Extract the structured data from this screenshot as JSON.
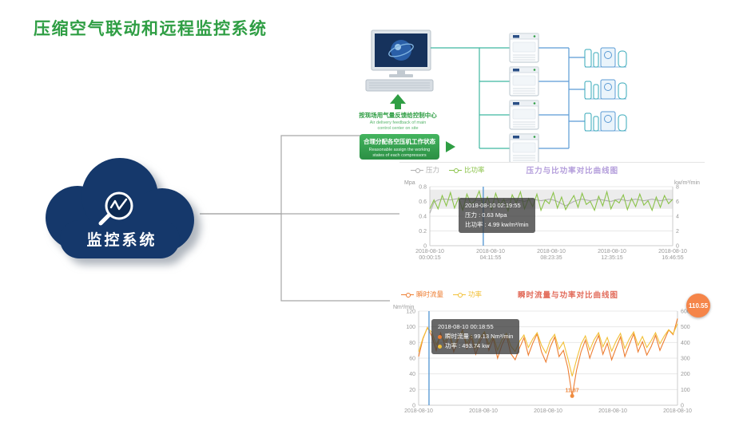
{
  "page": {
    "title": "压缩空气联动和远程监控系统"
  },
  "cloud": {
    "label": "监控系统"
  },
  "diagram": {
    "feedback_cn": "按现场用气量反馈给控制中心",
    "feedback_en_1": "Air delivery feedback of main",
    "feedback_en_2": "control center on site",
    "assign_cn": "合理分配各空压机工作状态",
    "assign_en_1": "Reasonable assign the working",
    "assign_en_2": "states of each compressors"
  },
  "chart_data": [
    {
      "type": "line",
      "title": "压力与比功率对比曲线图",
      "title_color": "#b39ddb",
      "legend_position": "top-left",
      "grid": true,
      "left_axis": {
        "label": "Mpa",
        "min": 0,
        "max": 0.8,
        "ticks": [
          0,
          0.2,
          0.4,
          0.6,
          0.8
        ]
      },
      "right_axis": {
        "label": "kw/m³/min",
        "min": 0,
        "max": 8,
        "ticks": [
          0,
          2,
          4,
          6,
          8
        ]
      },
      "x_ticks": [
        {
          "date": "2018-08-10",
          "time": "00:00:15"
        },
        {
          "date": "2018-08-10",
          "time": "04:11:55"
        },
        {
          "date": "2018-08-10",
          "time": "08:23:35"
        },
        {
          "date": "2018-08-10",
          "time": "12:35:15"
        },
        {
          "date": "2018-08-10",
          "time": "16:46:55"
        }
      ],
      "band": [
        0.5,
        0.76
      ],
      "cursor_frac": 0.22,
      "series": [
        {
          "name": "压力",
          "axis": "left",
          "color": "#b0b0b0",
          "values": [
            0.44,
            0.59,
            0.62,
            0.63,
            0.63,
            0.62,
            0.63,
            0.64,
            0.63,
            0.62,
            0.63,
            0.62,
            0.61,
            0.62,
            0.63,
            0.64,
            0.63,
            0.62,
            0.61,
            0.62,
            0.63,
            0.62,
            0.61,
            0.6,
            0.62,
            0.63,
            0.62,
            0.61,
            0.62,
            0.63,
            0.62,
            0.6,
            0.57,
            0.54,
            0.57,
            0.6,
            0.62,
            0.63,
            0.62,
            0.61,
            0.62,
            0.63,
            0.62,
            0.61,
            0.6,
            0.62,
            0.63,
            0.62,
            0.61,
            0.62,
            0.63,
            0.62,
            0.61,
            0.62,
            0.63,
            0.62,
            0.61,
            0.62,
            0.63,
            0.62
          ]
        },
        {
          "name": "比功率",
          "axis": "right",
          "color": "#8bc34a",
          "values": [
            5.0,
            6.2,
            4.99,
            6.8,
            5.4,
            7.2,
            5.1,
            6.5,
            4.8,
            7.0,
            5.6,
            6.1,
            7.4,
            5.2,
            6.6,
            4.9,
            7.1,
            5.5,
            6.3,
            4.7,
            6.9,
            5.8,
            7.3,
            5.0,
            6.4,
            5.3,
            7.0,
            4.8,
            6.2,
            5.7,
            7.2,
            5.1,
            6.6,
            4.9,
            5.9,
            6.8,
            5.2,
            7.1,
            5.6,
            6.0,
            4.8,
            6.7,
            5.4,
            7.3,
            5.0,
            6.2,
            5.8,
            6.9,
            4.9,
            6.4,
            5.3,
            7.0,
            5.5,
            6.1,
            4.8,
            6.6,
            5.2,
            6.8,
            5.7,
            6.3
          ]
        }
      ],
      "tooltip": {
        "time": "2018-08-10 02:19:55",
        "rows": [
          "压力 : 0.63 Mpa",
          "比功率 : 4.99 kw/m³/min"
        ]
      }
    },
    {
      "type": "line",
      "title": "瞬时流量与功率对比曲线图",
      "title_color": "#e26b5a",
      "legend_position": "top-left",
      "grid": true,
      "left_axis": {
        "label": "Nm³/min",
        "min": 0,
        "max": 120,
        "ticks": [
          0,
          20,
          40,
          60,
          80,
          100,
          120
        ]
      },
      "right_axis": {
        "label": "",
        "min": 0,
        "max": 600,
        "ticks": [
          0,
          100,
          200,
          300,
          400,
          500,
          600
        ]
      },
      "x_ticks": [
        {
          "date": "2018-08-10",
          "time": ""
        },
        {
          "date": "2018-08-10",
          "time": ""
        },
        {
          "date": "2018-08-10",
          "time": ""
        },
        {
          "date": "2018-08-10",
          "time": ""
        },
        {
          "date": "2018-08-10",
          "time": ""
        }
      ],
      "cursor_frac": 0.04,
      "series": [
        {
          "name": "瞬时流量",
          "axis": "left",
          "color": "#ed7d31",
          "values": [
            62,
            85,
            99.13,
            88,
            70,
            92,
            76,
            90,
            68,
            84,
            96,
            72,
            87,
            65,
            81,
            93,
            70,
            85,
            60,
            77,
            89,
            66,
            58,
            73,
            86,
            64,
            79,
            91,
            68,
            55,
            74,
            87,
            62,
            70,
            48,
            11.87,
            45,
            68,
            83,
            60,
            76,
            89,
            65,
            79,
            58,
            73,
            87,
            62,
            77,
            91,
            68,
            81,
            64,
            75,
            89,
            70,
            83,
            96,
            90,
            110.55
          ]
        },
        {
          "name": "功率",
          "axis": "right",
          "color": "#f2c037",
          "values": [
            340,
            430,
            493.74,
            465,
            385,
            445,
            405,
            458,
            372,
            432,
            472,
            392,
            448,
            362,
            428,
            468,
            388,
            438,
            352,
            418,
            458,
            378,
            342,
            408,
            448,
            368,
            422,
            462,
            382,
            332,
            412,
            452,
            358,
            402,
            300,
            185,
            292,
            388,
            442,
            352,
            418,
            462,
            372,
            432,
            345,
            408,
            458,
            362,
            422,
            468,
            382,
            438,
            368,
            412,
            462,
            392,
            442,
            482,
            455,
            520
          ]
        }
      ],
      "tooltip": {
        "time": "2018-08-10 00:18:55",
        "rows": [
          "瞬时流量 : 99.13 Nm³/min",
          "功率 : 493.74 kw"
        ]
      },
      "max_badge": "110.55",
      "point_label": {
        "text": "11.87",
        "x_frac": 0.593,
        "value": 11.87
      }
    }
  ]
}
